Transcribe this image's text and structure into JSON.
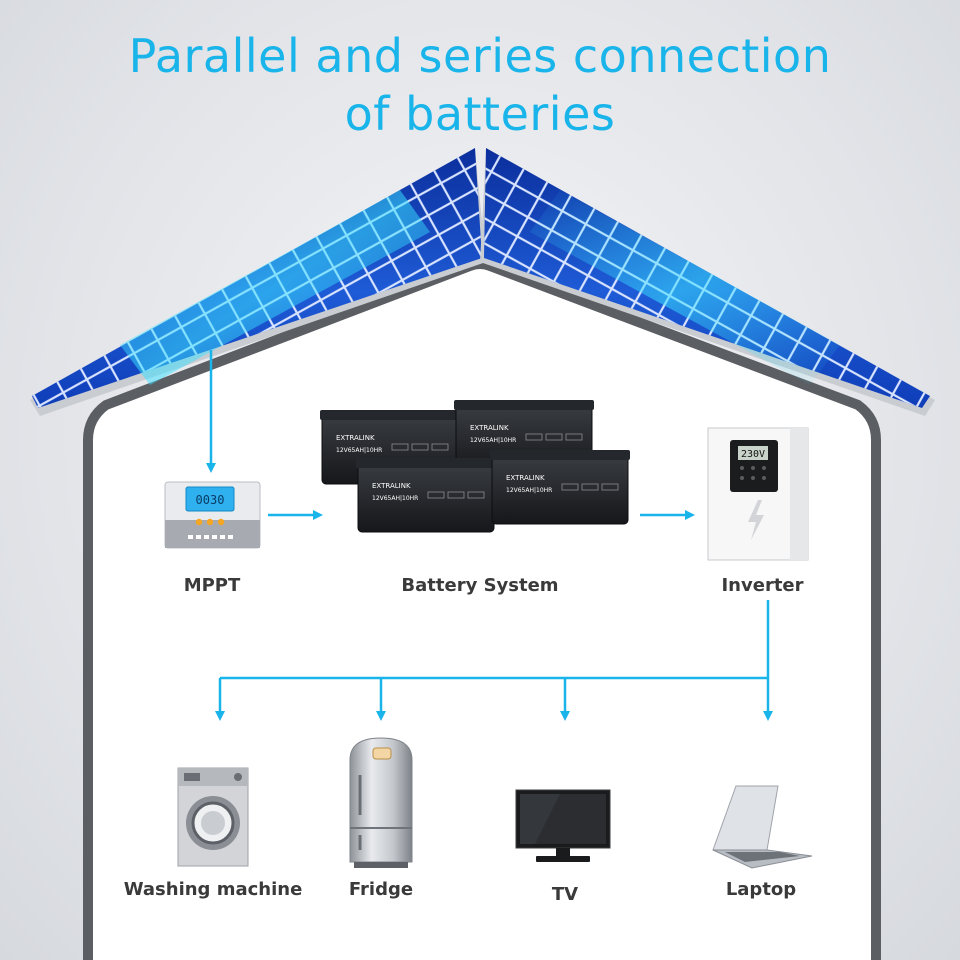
{
  "title": {
    "line1": "Parallel and series connection",
    "line2": "of batteries"
  },
  "components": {
    "mppt": {
      "label": "MPPT",
      "display": "0030"
    },
    "battery_system": {
      "label": "Battery System",
      "brand": "EXTRALINK",
      "model": "12V65AH|10HR"
    },
    "inverter": {
      "label": "Inverter",
      "display": "230V"
    }
  },
  "appliances": [
    {
      "label": "Washing machine"
    },
    {
      "label": "Fridge"
    },
    {
      "label": "TV"
    },
    {
      "label": "Laptop"
    }
  ],
  "colors": {
    "accent": "#18b4ea",
    "panel": "#1e5bd6",
    "house_outline": "#5b5e63",
    "label_text": "#3a3a3a"
  }
}
